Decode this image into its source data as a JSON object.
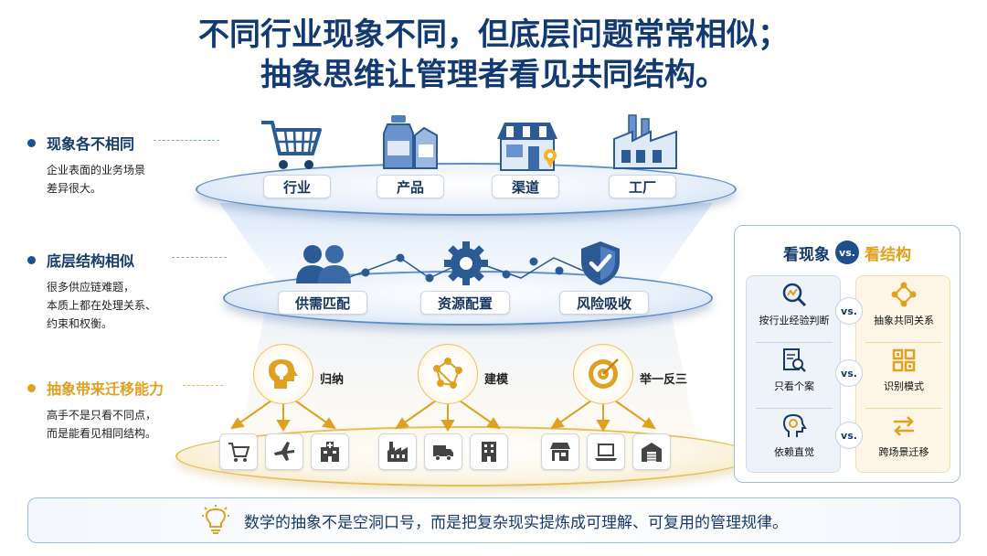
{
  "title": {
    "line1": "不同行业现象不同，但底层问题常常相似；",
    "line2": "抽象思维让管理者看见共同结构。"
  },
  "levels": [
    {
      "heading": "现象各不相同",
      "desc1": "企业表面的业务场景",
      "desc2": "差异很大。",
      "desc3": ""
    },
    {
      "heading": "底层结构相似",
      "desc1": "很多供应链难题，",
      "desc2": "本质上都在处理关系、",
      "desc3": "约束和权衡。"
    },
    {
      "heading": "抽象带来迁移能力",
      "desc1": "高手不是只看不同点，",
      "desc2": "而是能看见相同结构。",
      "desc3": ""
    }
  ],
  "phenomena": [
    "行业",
    "产品",
    "渠道",
    "工厂"
  ],
  "structures": [
    "供需匹配",
    "资源配置",
    "风险吸收"
  ],
  "abilities": [
    "归纳",
    "建模",
    "举一反三"
  ],
  "compare": {
    "title_left": "看现象",
    "vs": "vs.",
    "title_right": "看结构",
    "rows": [
      {
        "left": "按行业经验判断",
        "right": "抽象共同关系"
      },
      {
        "left": "只看个案",
        "right": "识别模式"
      },
      {
        "left": "依赖直觉",
        "right": "跨场景迁移"
      }
    ]
  },
  "banner": "数学的抽象不是空洞口号，而是把复杂现实提炼成可理解、可复用的管理规律。",
  "colors": {
    "navy": "#163a6b",
    "blue": "#1d4f8f",
    "gold": "#e0a020"
  }
}
